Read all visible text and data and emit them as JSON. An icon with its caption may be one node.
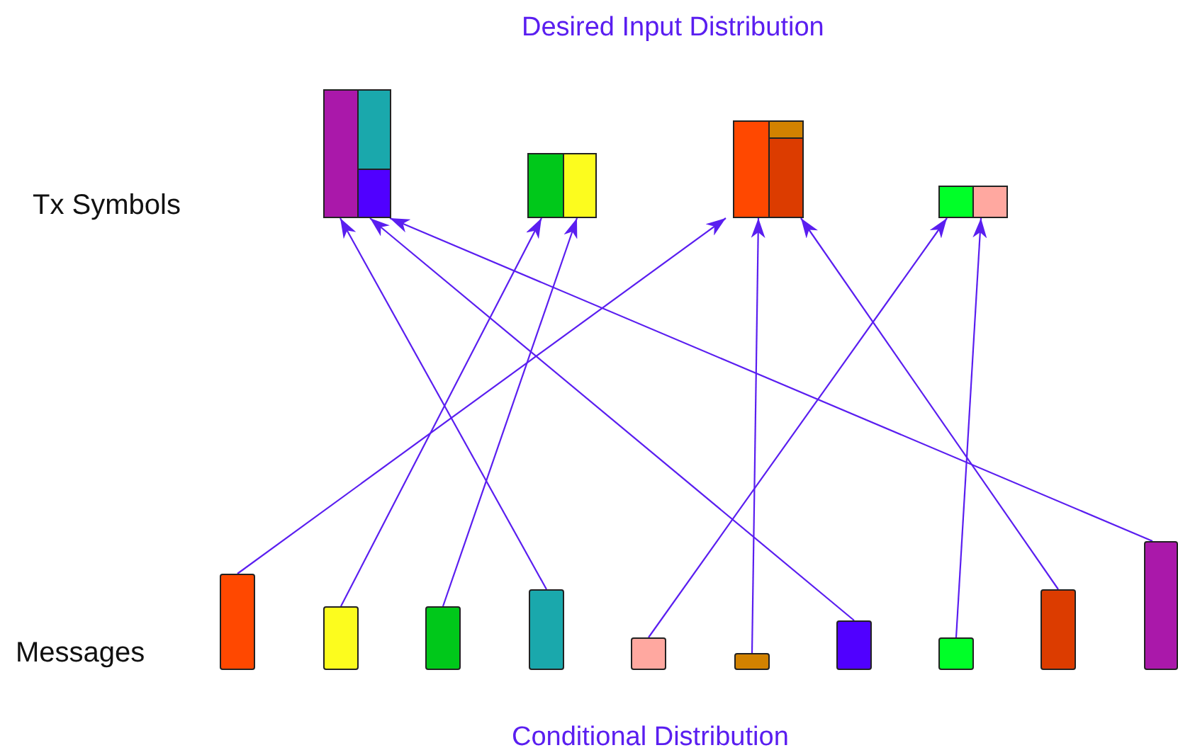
{
  "diagram": {
    "title": "Desired Input Distribution",
    "caption": "Conditional Distribution",
    "nodes": [
      {
        "text": [],
        "shape": "bar"
      },
      {
        "text": [],
        "shape": "bar"
      },
      {
        "text": [],
        "shape": "bar"
      },
      {
        "text": [],
        "shape": "bar"
      },
      {
        "text": [],
        "shape": "bar"
      },
      {
        "text": [],
        "shape": "bar"
      },
      {
        "text": [],
        "shape": "bar"
      },
      {
        "text": [],
        "shape": "bar"
      },
      {
        "text": [],
        "shape": "bar"
      },
      {
        "text": [],
        "shape": "bar"
      },
      {
        "text": [],
        "shape": "bar"
      },
      {
        "text": [],
        "shape": "bar"
      },
      {
        "text": [],
        "shape": "bar"
      },
      {
        "text": [],
        "shape": "bar"
      }
    ],
    "edges": [
      {
        "from": 4,
        "to": 2,
        "arrow": "to"
      },
      {
        "from": 5,
        "to": 1,
        "arrow": "to"
      },
      {
        "from": 6,
        "to": 1,
        "arrow": "to"
      },
      {
        "from": 7,
        "to": 0,
        "arrow": "to"
      },
      {
        "from": 8,
        "to": 3,
        "arrow": "to"
      },
      {
        "from": 9,
        "to": 2,
        "arrow": "to"
      },
      {
        "from": 10,
        "to": 0,
        "arrow": "to"
      },
      {
        "from": 11,
        "to": 3,
        "arrow": "to"
      },
      {
        "from": 12,
        "to": 2,
        "arrow": "to"
      },
      {
        "from": 13,
        "to": 0,
        "arrow": "to"
      }
    ],
    "labels": [
      "Tx Symbols",
      "Messages"
    ]
  }
}
